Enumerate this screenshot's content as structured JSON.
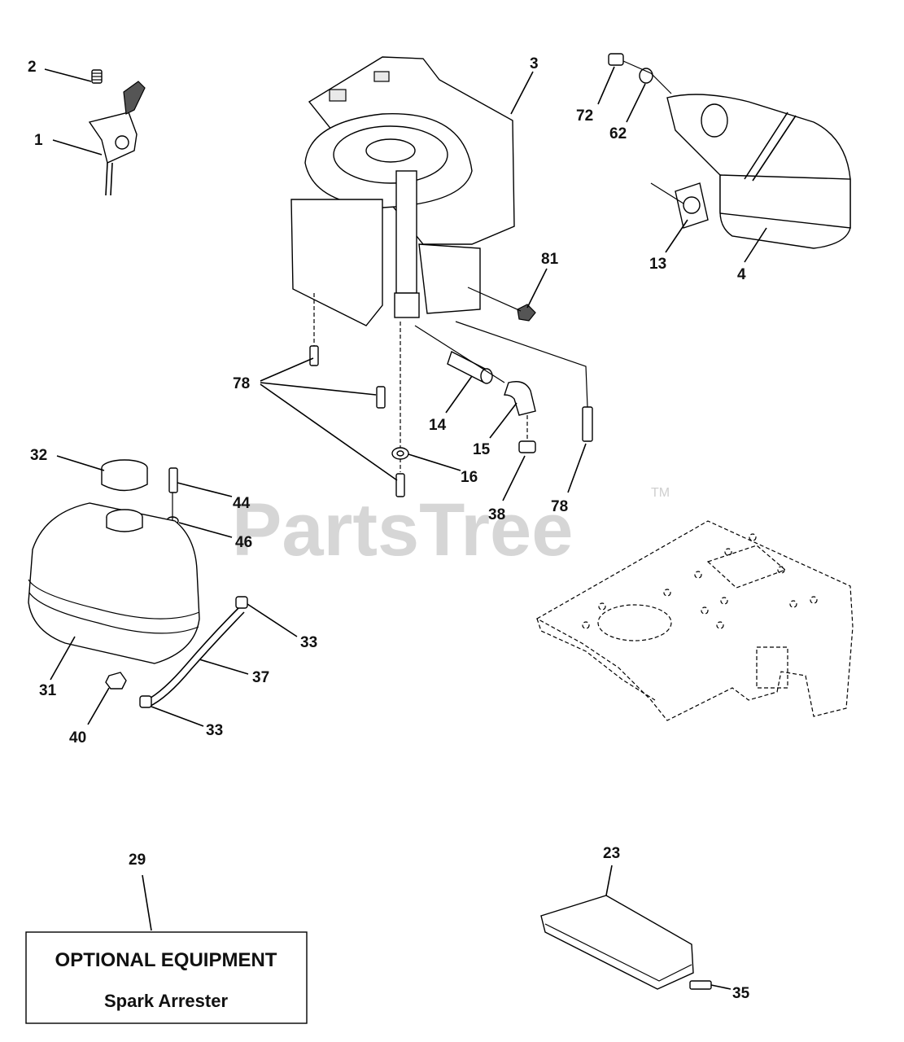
{
  "watermark": {
    "text": "PartsTree",
    "tm": "TM"
  },
  "optional_box": {
    "title": "OPTIONAL EQUIPMENT",
    "subtitle": "Spark Arrester"
  },
  "labels": {
    "p1": "1",
    "p2": "2",
    "p3": "3",
    "p4": "4",
    "p13": "13",
    "p62": "62",
    "p72": "72",
    "p81": "81",
    "p78a": "78",
    "p78b": "78",
    "p14": "14",
    "p15": "15",
    "p16": "16",
    "p38": "38",
    "p32": "32",
    "p44": "44",
    "p46": "46",
    "p31": "31",
    "p33a": "33",
    "p33b": "33",
    "p37": "37",
    "p40": "40",
    "p29": "29",
    "p23": "23",
    "p35": "35"
  }
}
